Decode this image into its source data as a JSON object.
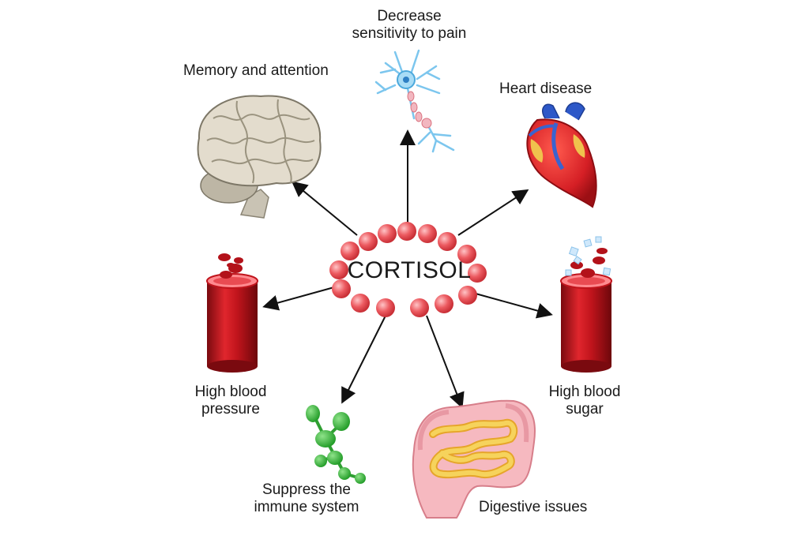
{
  "center": {
    "title": "CORTISOL"
  },
  "effects": [
    {
      "id": "memory",
      "label": "Memory and attention",
      "icon": "brain-icon"
    },
    {
      "id": "pain",
      "line1": "Decrease",
      "line2": "sensitivity to pain",
      "icon": "neuron-icon"
    },
    {
      "id": "heart",
      "label": "Heart disease",
      "icon": "heart-icon"
    },
    {
      "id": "pressure",
      "line1": "High blood",
      "line2": "pressure",
      "icon": "blood-vessel-icon"
    },
    {
      "id": "sugar",
      "line1": "High blood",
      "line2": "sugar",
      "icon": "blood-vessel-sugar-icon"
    },
    {
      "id": "immune",
      "line1": "Suppress the",
      "line2": "immune system",
      "icon": "immune-cells-icon"
    },
    {
      "id": "digestive",
      "label": "Digestive issues",
      "icon": "intestine-icon"
    }
  ],
  "colors": {
    "bead": "#e8545a",
    "bead_highlight": "#ffb3b5",
    "vessel": "#c0141c",
    "vessel_top": "#ff8a8f",
    "heart": "#d9252b",
    "neuron": "#7cc6ee",
    "immune": "#3cb83c",
    "intestine_outer": "#f4a3ad",
    "intestine_inner": "#f2c23a",
    "brain": "#e2dccf",
    "arrow": "#111111"
  }
}
